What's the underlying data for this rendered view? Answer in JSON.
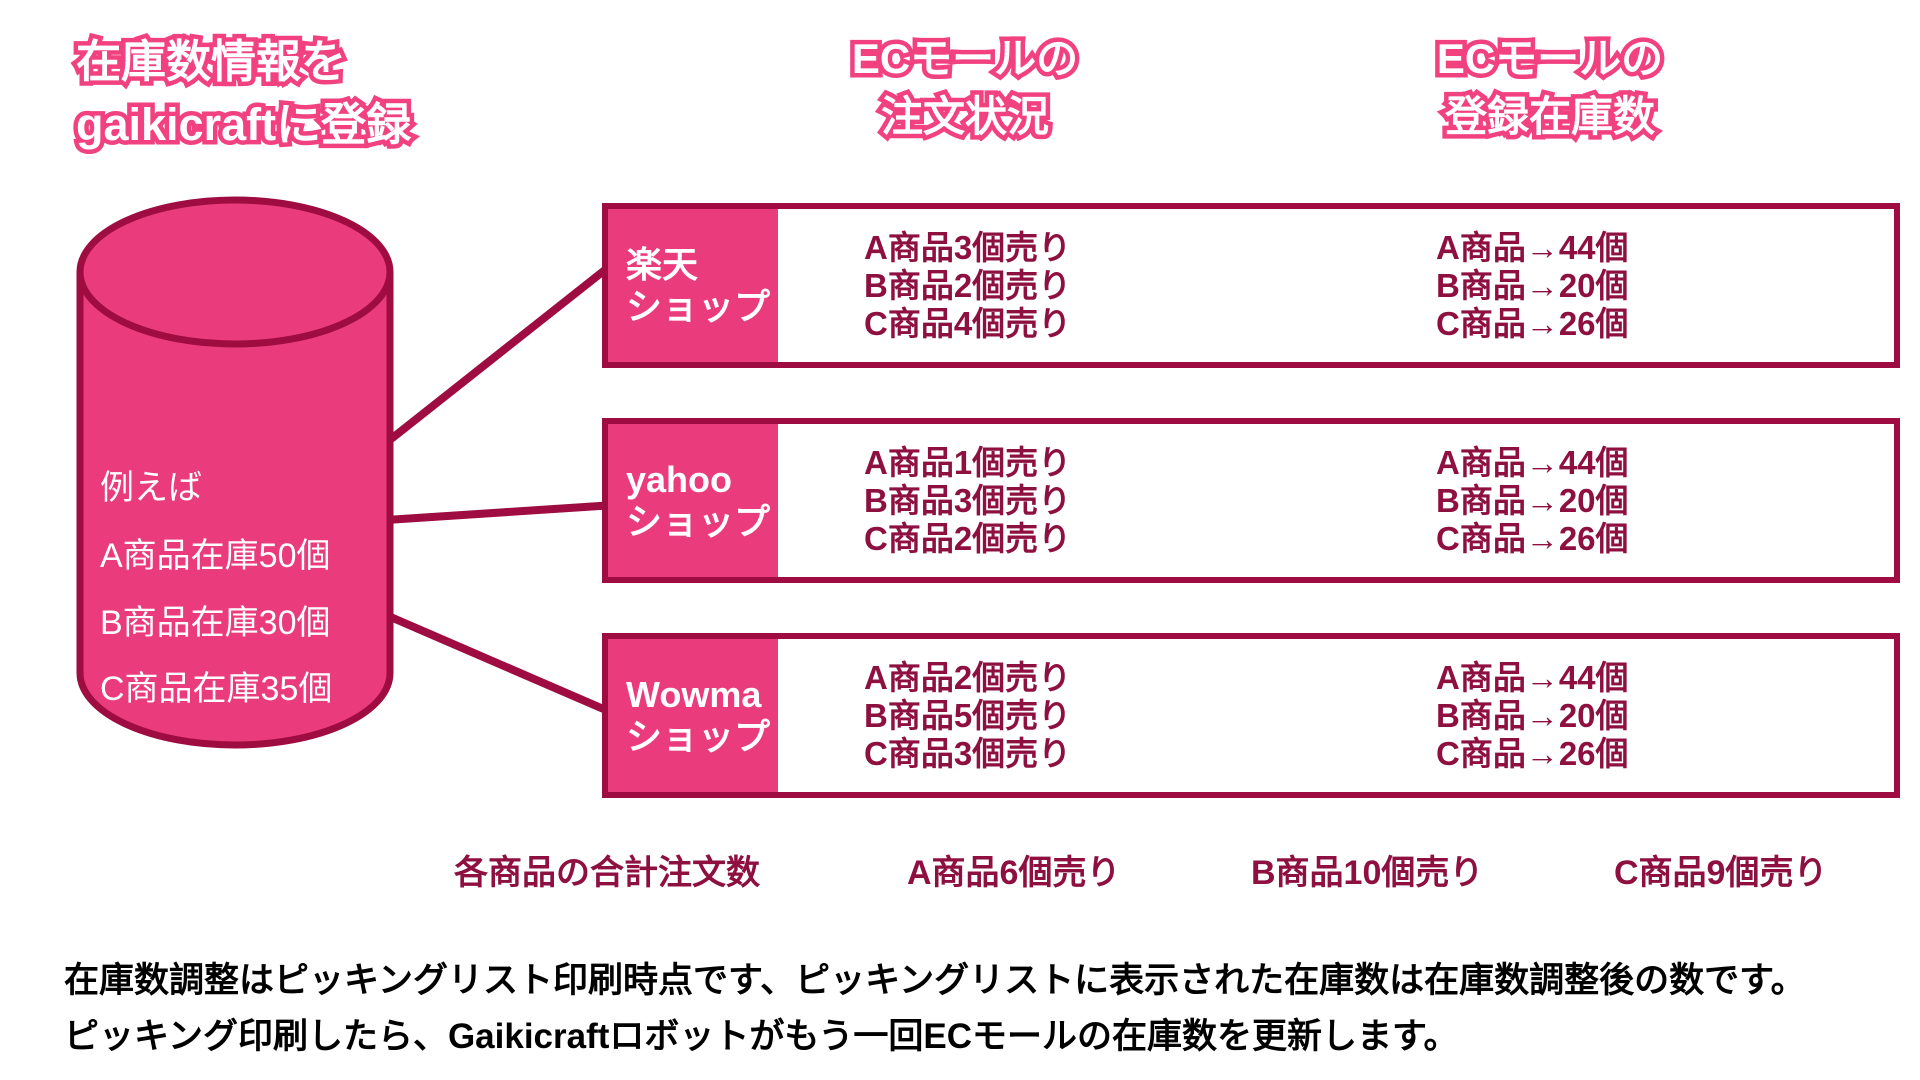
{
  "title": {
    "line1": "在庫数情報を",
    "line2": "gaikicraftに登録"
  },
  "headers": {
    "orders": {
      "line1": "ECモールの",
      "line2": "注文状況"
    },
    "stock": {
      "line1": "ECモールの",
      "line2": "登録在庫数"
    }
  },
  "database": {
    "intro": "例えば",
    "items": [
      "A商品在庫50個",
      "B商品在庫30個",
      "C商品在庫35個"
    ]
  },
  "shops": [
    {
      "name_line1": "楽天",
      "name_line2": "ショップ",
      "orders": [
        "A商品3個売り",
        "B商品2個売り",
        "C商品4個売り"
      ],
      "stock": [
        "A商品→44個",
        "B商品→20個",
        "C商品→26個"
      ]
    },
    {
      "name_line1": "yahoo",
      "name_line2": "ショップ",
      "orders": [
        "A商品1個売り",
        "B商品3個売り",
        "C商品2個売り"
      ],
      "stock": [
        "A商品→44個",
        "B商品→20個",
        "C商品→26個"
      ]
    },
    {
      "name_line1": "Wowma",
      "name_line2": "ショップ",
      "orders": [
        "A商品2個売り",
        "B商品5個売り",
        "C商品3個売り"
      ],
      "stock": [
        "A商品→44個",
        "B商品→20個",
        "C商品→26個"
      ]
    }
  ],
  "summary": {
    "label": "各商品の合計注文数",
    "items": [
      "A商品6個売り",
      "B商品10個売り",
      "C商品9個売り"
    ]
  },
  "footer": {
    "line1": "在庫数調整はピッキングリスト印刷時点です、ピッキングリストに表示された在庫数は在庫数調整後の数です。",
    "line2": "ピッキング印刷したら、Gaikicraftロボットがもう一回ECモールの在庫数を更新します。"
  },
  "colors": {
    "pink_fill": "#EA3C7C",
    "outline_pink": "#F2417F",
    "maroon_border": "#9E0C41",
    "maroon_text": "#8E1040",
    "footer_text": "#000000"
  }
}
